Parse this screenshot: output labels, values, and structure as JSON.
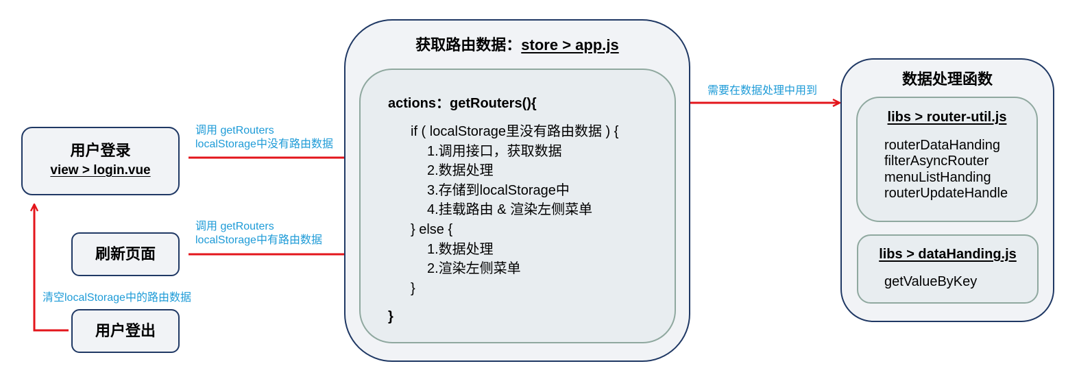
{
  "left": {
    "login": {
      "title": "用户登录",
      "path": "view > login.vue"
    },
    "refresh": {
      "title": "刷新页面"
    },
    "logout": {
      "title": "用户登出"
    },
    "edge_login": [
      "调用 getRouters",
      "localStorage中没有路由数据"
    ],
    "edge_refresh": [
      "调用 getRouters",
      "localStorage中有路由数据"
    ],
    "edge_logout": "清空localStorage中的路由数据"
  },
  "center": {
    "title_prefix": "获取路由数据：",
    "title_path": "store > app.js",
    "code_head": "actions：getRouters(){",
    "code_lines": [
      "if ( localStorage里没有路由数据 ) {",
      "1.调用接口，获取数据",
      "2.数据处理",
      "3.存储到localStorage中",
      "4.挂载路由 & 渲染左侧菜单",
      "} else {",
      "1.数据处理",
      "2.渲染左侧菜单",
      "}"
    ],
    "code_close": "}"
  },
  "edge_to_right": "需要在数据处理中用到",
  "right": {
    "title": "数据处理函数",
    "router_util": {
      "path": "libs > router-util.js",
      "functions": [
        "routerDataHanding",
        "filterAsyncRouter",
        "menuListHanding",
        "routerUpdateHandle"
      ]
    },
    "data_handing": {
      "path": "libs > dataHanding.js",
      "functions": [
        "getValueByKey"
      ]
    }
  },
  "colors": {
    "arrow": "#e3151b",
    "edge_label": "#1e9bd7",
    "box_border": "#1f3864",
    "box_fill": "#f1f3f6",
    "inner_border": "#8fa89f",
    "inner_fill": "#e8edf0"
  }
}
